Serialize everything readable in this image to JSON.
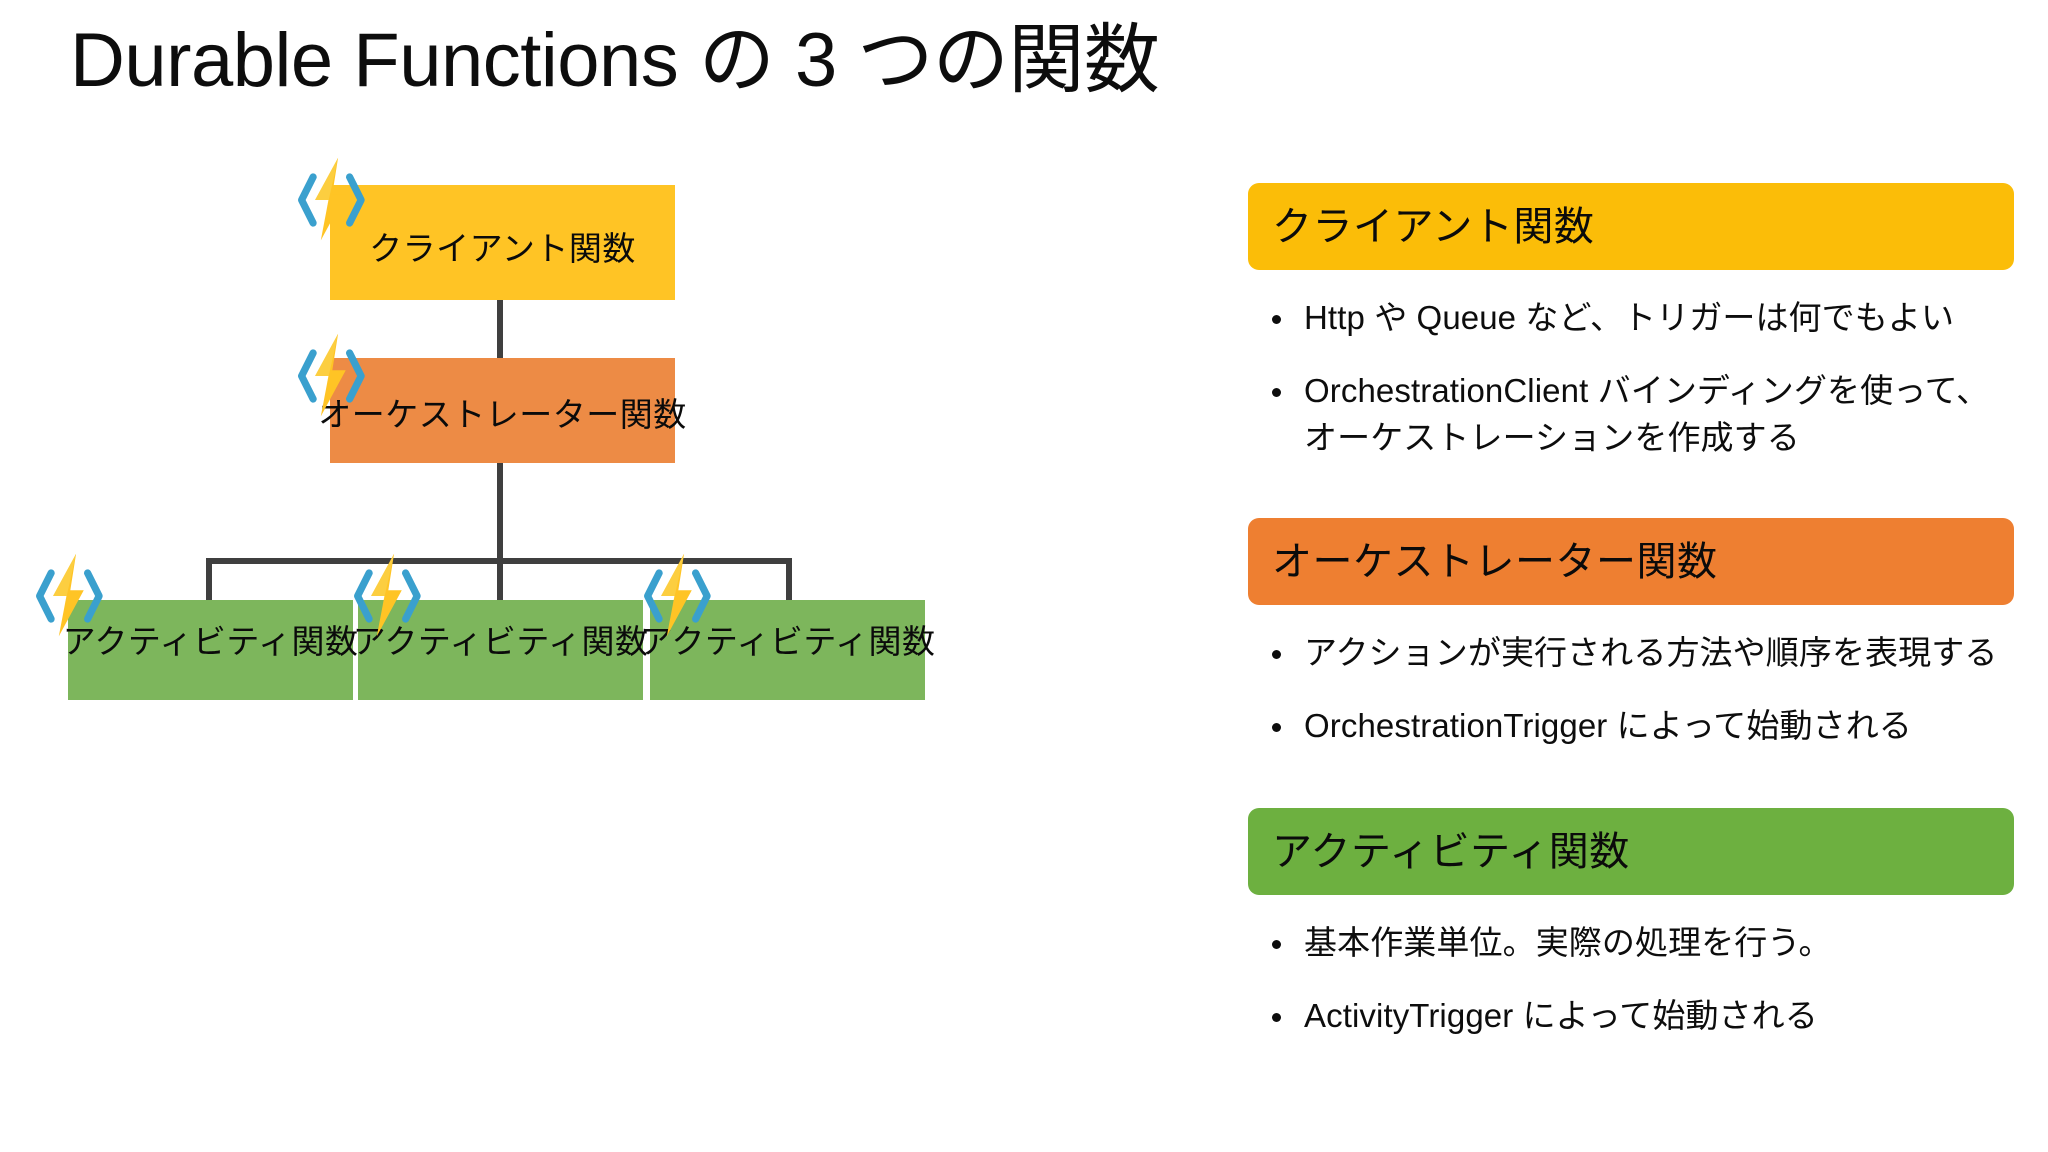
{
  "slide": {
    "title": "Durable Functions の 3 つの関数"
  },
  "colors": {
    "client_box": "#FFC425",
    "orchestrator_box": "#ED8B45",
    "activity_box": "#7DB65C",
    "client_header": "#FBBD08",
    "orchestrator_header": "#EE7F31",
    "activity_header": "#6DB040",
    "connector": "#3F3F3F",
    "icon_bracket": "#3AA0CE",
    "icon_bolt": "#FFC425",
    "text": "#0D0D0D",
    "background": "#FFFFFF"
  },
  "diagram": {
    "icon_name": "azure-functions-icon",
    "nodes": [
      {
        "id": "client",
        "label": "クライアント関数",
        "color": "#FFC425"
      },
      {
        "id": "orchestrator",
        "label": "オーケストレーター関数",
        "color": "#ED8B45"
      },
      {
        "id": "activity1",
        "label": "アクティビティ関数",
        "color": "#7DB65C"
      },
      {
        "id": "activity2",
        "label": "アクティビティ関数",
        "color": "#7DB65C"
      },
      {
        "id": "activity3",
        "label": "アクティビティ関数",
        "color": "#7DB65C"
      }
    ],
    "edges": [
      {
        "from": "client",
        "to": "orchestrator"
      },
      {
        "from": "orchestrator",
        "to": "activity1"
      },
      {
        "from": "orchestrator",
        "to": "activity2"
      },
      {
        "from": "orchestrator",
        "to": "activity3"
      }
    ]
  },
  "info_panel": {
    "sections": [
      {
        "id": "client",
        "header": "クライアント関数",
        "bullets": [
          "Http や Queue など、トリガーは何でもよい",
          "OrchestrationClient バインディングを使って、オーケストレーションを作成する"
        ]
      },
      {
        "id": "orchestrator",
        "header": "オーケストレーター関数",
        "bullets": [
          "アクションが実行される方法や順序を表現する",
          "OrchestrationTrigger によって始動される"
        ]
      },
      {
        "id": "activity",
        "header": "アクティビティ関数",
        "bullets": [
          "基本作業単位。実際の処理を行う。",
          "ActivityTrigger によって始動される"
        ]
      }
    ]
  }
}
